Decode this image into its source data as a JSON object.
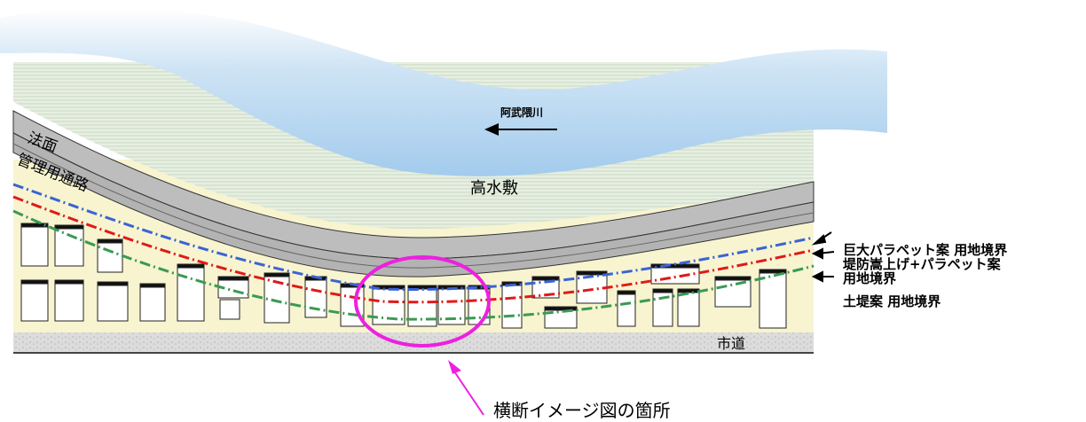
{
  "diagram": {
    "river_name": "阿武隈川",
    "slope_label": "法面",
    "road_label": "管理用通路",
    "floodplain_label": "高水敷",
    "city_road_label": "市道",
    "callout_label": "横断イメージ図の箇所"
  },
  "legend": {
    "line1": "巨大パラペット案  用地境界",
    "line2": "堤防嵩上げ+パラペット案",
    "line3": " 用地境界",
    "line4": "土堤案  用地境界"
  },
  "colors": {
    "river": "#a9cfee",
    "floodplain": "#e7efe2",
    "embankment": "#bdbdbd",
    "land": "#f7f4cf",
    "city_road": "#d9d9d9",
    "blue_boundary": "#3a63d6",
    "red_boundary": "#e01919",
    "green_boundary": "#3a9a52",
    "callout": "#ee1fe0"
  }
}
